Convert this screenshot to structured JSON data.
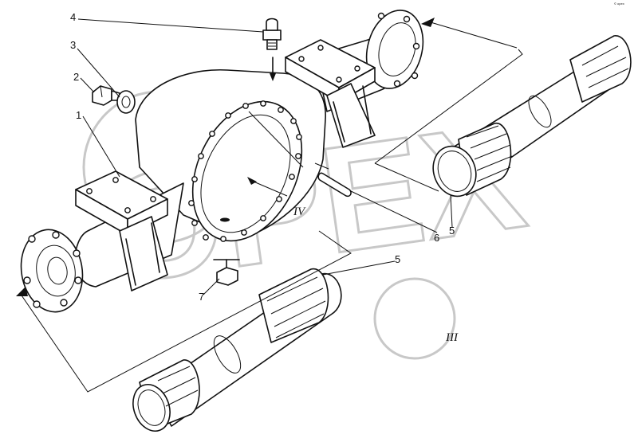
{
  "watermark": {
    "text": "OPEX"
  },
  "callouts": [
    {
      "id": "1",
      "text": "1"
    },
    {
      "id": "2",
      "text": "2"
    },
    {
      "id": "3",
      "text": "3"
    },
    {
      "id": "4",
      "text": "4"
    },
    {
      "id": "5a",
      "text": "5"
    },
    {
      "id": "5b",
      "text": "5"
    },
    {
      "id": "6",
      "text": "6"
    },
    {
      "id": "7",
      "text": "7"
    }
  ],
  "views": [
    {
      "id": "III",
      "text": "III"
    },
    {
      "id": "IV",
      "text": "IV"
    }
  ],
  "corner_mark": {
    "text": "© opex"
  }
}
